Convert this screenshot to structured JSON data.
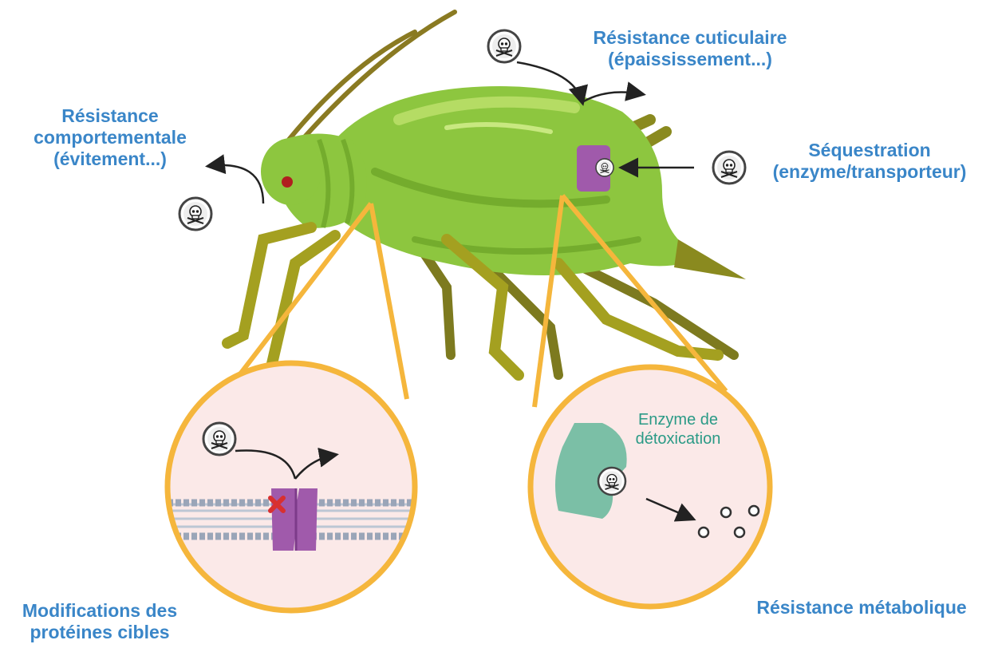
{
  "colors": {
    "label_blue": "#3a86c8",
    "enzyme_teal": "#2a9a86",
    "body_green": "#8dc63f",
    "zoom_orange": "#f5b63c",
    "transporter_purple": "#a05aab",
    "inset_background": "#fbe9e8"
  },
  "icons": {
    "toxin": "skull-crossbones-icon",
    "blocked": "red-x-icon"
  },
  "labels": {
    "behavioral": [
      "Résistance",
      "comportementale",
      "(évitement...)"
    ],
    "cuticular": [
      "Résistance cuticulaire",
      "(épaississement...)"
    ],
    "sequestration": [
      "Séquestration",
      "(enzyme/transporteur)"
    ],
    "target": [
      "Modifications des",
      "protéines cibles"
    ],
    "metabolic": [
      "Résistance métabolique"
    ],
    "enzyme": [
      "Enzyme de",
      "détoxication"
    ]
  }
}
